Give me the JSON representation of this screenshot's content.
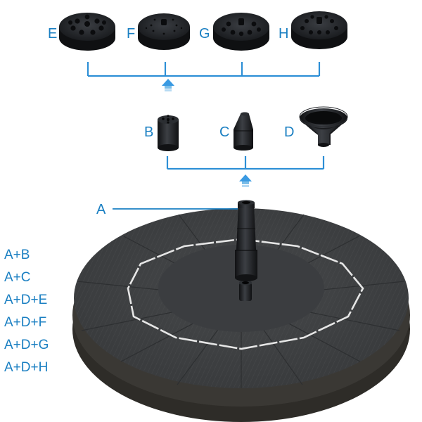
{
  "nozzle_labels": {
    "E": "E",
    "F": "F",
    "G": "G",
    "H": "H",
    "B": "B",
    "C": "C",
    "D": "D",
    "A": "A"
  },
  "combinations": [
    "A+B",
    "A+C",
    "A+D+E",
    "A+D+F",
    "A+D+G",
    "A+D+H"
  ],
  "colors": {
    "label_blue": "#1a7fc2",
    "bracket_blue": "#2d8fd6",
    "nozzle_black": "#1c1e22",
    "panel_dark": "#3e4042",
    "panel_rim": "#2e2c28",
    "panel_line": "#e6e6e6"
  }
}
